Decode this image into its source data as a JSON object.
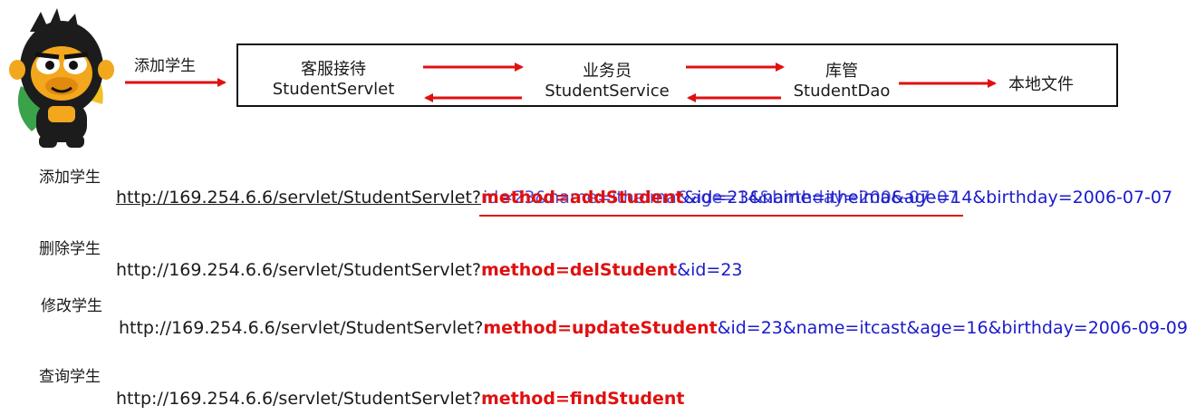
{
  "colors": {
    "method": "#e01010",
    "params": "#1a1acc",
    "arrow": "#e01010"
  },
  "mascot": {
    "icon": "monkey-mascot-icon"
  },
  "flow": {
    "entry_label": "添加学生",
    "nodes": [
      {
        "line1": "客服接待",
        "line2": "StudentServlet"
      },
      {
        "line1": "业务员",
        "line2": "StudentService"
      },
      {
        "line1": "库管",
        "line2": "StudentDao"
      }
    ],
    "file_label": "本地文件"
  },
  "sections": [
    {
      "title": "添加学生",
      "base": "http://169.254.6.6/servlet/StudentServlet?",
      "method": "method=addStudent",
      "params": "&id=23&name=itheima&age=14&birthday=2006-07-07",
      "ghost": "id=23&name=itheima&age=14&birthday=2006-07-07"
    },
    {
      "title": "删除学生",
      "base": "http://169.254.6.6/servlet/StudentServlet?",
      "method": "method=delStudent",
      "params": "&id=23"
    },
    {
      "title": "修改学生",
      "base": "http://169.254.6.6/servlet/StudentServlet?",
      "method": "method=updateStudent",
      "params": "&id=23&name=itcast&age=16&birthday=2006-09-09"
    },
    {
      "title": "查询学生",
      "base": "http://169.254.6.6/servlet/StudentServlet?",
      "method": "method=findStudent",
      "params": ""
    }
  ]
}
